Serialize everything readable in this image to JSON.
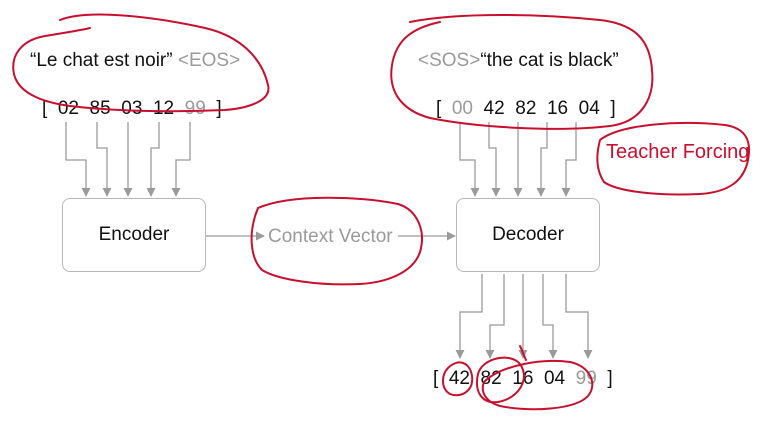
{
  "source": {
    "sentence": "“Le chat est noir”",
    "eos_token": "<EOS>",
    "bracket_open": "[",
    "bracket_close": "]",
    "tokens": [
      "02",
      "85",
      "03",
      "12"
    ],
    "eos_id": "99"
  },
  "target_input": {
    "sos_token": "<SOS>",
    "sentence": "“the cat is black”",
    "bracket_open": "[",
    "bracket_close": "]",
    "sos_id": "00",
    "tokens": [
      "42",
      "82",
      "16",
      "04"
    ]
  },
  "encoder": {
    "label": "Encoder"
  },
  "decoder": {
    "label": "Decoder"
  },
  "context": {
    "label": "Context Vector"
  },
  "annotation": {
    "label": "Teacher Forcing"
  },
  "output": {
    "bracket_open": "[",
    "bracket_close": "]",
    "tokens": [
      "42",
      "82",
      "16",
      "04"
    ],
    "eos_id": "99"
  },
  "colors": {
    "arrow": "#9a9a9a",
    "box_border": "#b8b8b8",
    "muted_text": "#9a9a9a",
    "ink": "#c8102e"
  }
}
